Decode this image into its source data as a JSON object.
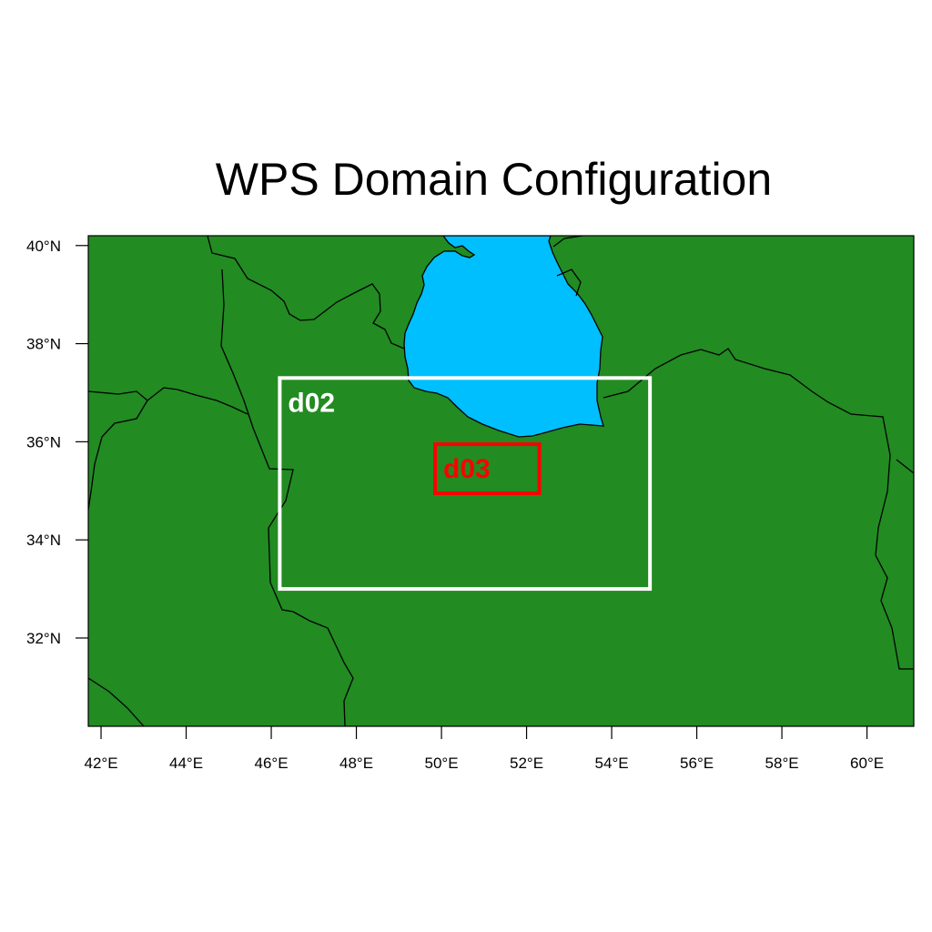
{
  "title": "WPS Domain Configuration",
  "map": {
    "lon_range": [
      41.7,
      61.1
    ],
    "lat_range": [
      30.2,
      40.2
    ],
    "land_color": "#228b22",
    "water_color": "#00bfff",
    "border_color": "#000000",
    "lon_ticks": [
      {
        "value": 42,
        "label": "42°E"
      },
      {
        "value": 44,
        "label": "44°E"
      },
      {
        "value": 46,
        "label": "46°E"
      },
      {
        "value": 48,
        "label": "48°E"
      },
      {
        "value": 50,
        "label": "50°E"
      },
      {
        "value": 52,
        "label": "52°E"
      },
      {
        "value": 54,
        "label": "54°E"
      },
      {
        "value": 56,
        "label": "56°E"
      },
      {
        "value": 58,
        "label": "58°E"
      },
      {
        "value": 60,
        "label": "60°E"
      }
    ],
    "lat_ticks": [
      {
        "value": 40,
        "label": "40°N"
      },
      {
        "value": 38,
        "label": "38°N"
      },
      {
        "value": 36,
        "label": "36°N"
      },
      {
        "value": 34,
        "label": "34°N"
      },
      {
        "value": 32,
        "label": "32°N"
      }
    ],
    "domains": [
      {
        "name": "d02",
        "lon": [
          46.2,
          54.9
        ],
        "lat": [
          33.0,
          37.3
        ],
        "color": "#ffffff"
      },
      {
        "name": "d03",
        "lon": [
          49.85,
          52.3
        ],
        "lat": [
          34.95,
          35.95
        ],
        "color": "#ff0000"
      }
    ]
  }
}
